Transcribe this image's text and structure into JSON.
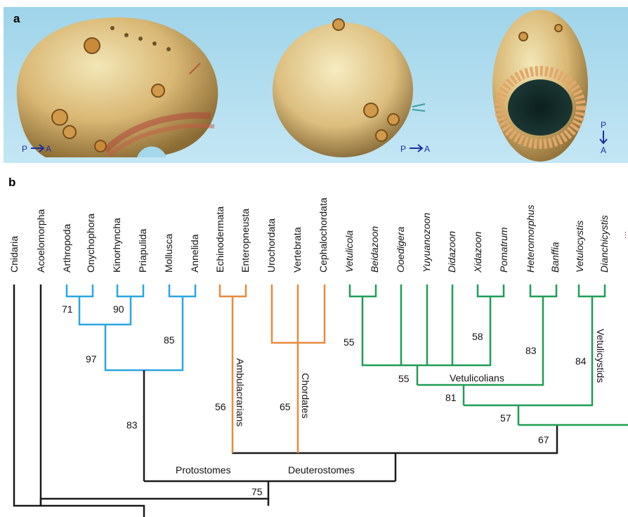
{
  "panel_a": {
    "label": "a",
    "orientation_labels": [
      "P",
      "A",
      "P",
      "A",
      "P",
      "A"
    ]
  },
  "panel_b": {
    "label": "b",
    "taxa": [
      "Cnidaria",
      "Acoelomorpha",
      "Arthropoda",
      "Onychophora",
      "Kinorhyncha",
      "Priapulida",
      "Mollusca",
      "Annelida",
      "Echinodermata",
      "Enteropneusta",
      "Urochordata",
      "Vertebrata",
      "Cephalochordata",
      "Vetulicola",
      "Beidazoon",
      "Ooedigera",
      "Yuyuanozoon",
      "Didazoon",
      "Xidazoon",
      "Pomatrum",
      "Heteromorphus",
      "Banffia",
      "Vetulocystis",
      "Dianchicystis"
    ],
    "support_values": [
      "71",
      "90",
      "85",
      "97",
      "83",
      "55",
      "58",
      "83",
      "55",
      "81",
      "84",
      "57",
      "67",
      "56",
      "65",
      "75"
    ],
    "clade_labels": [
      "Ambulacrarians",
      "Chordates",
      "Vetulicolians",
      "Vetulicystids",
      "Protostomes",
      "Deuterostomes"
    ],
    "colors": {
      "protostome": "#2aa6e0",
      "deuterostome": "#e88a3c",
      "vetulicolian": "#1f9d55",
      "base": "#1a1a1a",
      "panel_bg": "#a8d8ee",
      "arrow": "#1b2fa0"
    }
  }
}
